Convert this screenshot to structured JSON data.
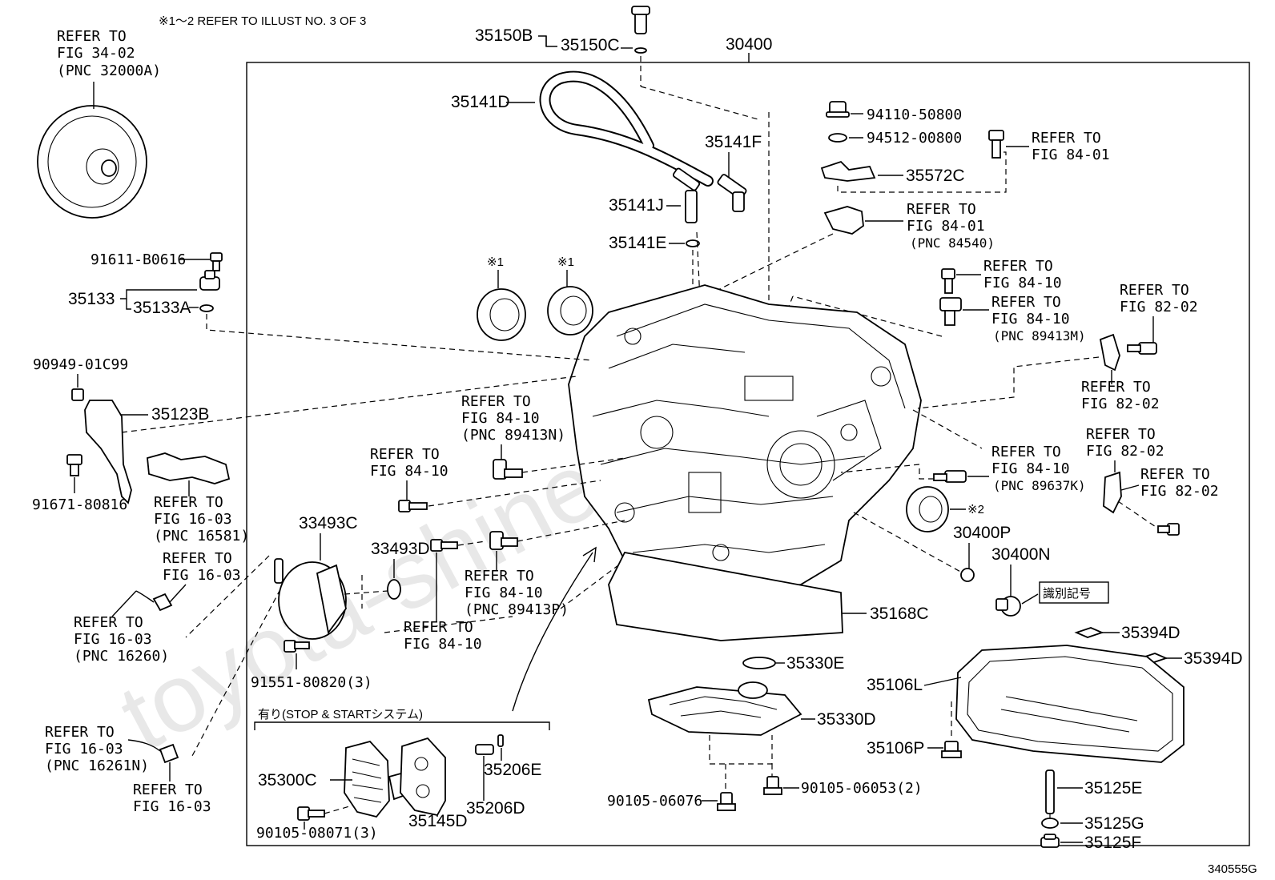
{
  "header_note": "※1～2 REFER TO ILLUST NO. 3 OF 3",
  "assembly_number": "30400",
  "illustration_code": "340555G",
  "watermark": "toyota-shine.ru",
  "parts": {
    "p35150B": "35150B",
    "p35150C": "35150C",
    "p35141D": "35141D",
    "p35141F": "35141F",
    "p35141J": "35141J",
    "p35141E": "35141E",
    "p94110": "94110-50800",
    "p94512": "94512-00800",
    "p35572C": "35572C",
    "p91611": "91611-B0616",
    "p35133": "35133",
    "p35133A": "35133A",
    "p90949": "90949-01C99",
    "p35123B": "35123B",
    "p91671": "91671-80816",
    "p33493C": "33493C",
    "p33493D": "33493D",
    "p91551": "91551-80820(3)",
    "p30400P": "30400P",
    "p30400N": "30400N",
    "p35168C": "35168C",
    "p35394D_a": "35394D",
    "p35394D_b": "35394D",
    "p35330E": "35330E",
    "p35106L": "35106L",
    "p35330D": "35330D",
    "p35106P": "35106P",
    "p90105_06076": "90105-06076",
    "p90105_06053": "90105-06053(2)",
    "p35125E": "35125E",
    "p35125G": "35125G",
    "p35125F": "35125F",
    "p35300C": "35300C",
    "p35206E": "35206E",
    "p35206D": "35206D",
    "p35145D": "35145D",
    "p90105_08071": "90105-08071(3)"
  },
  "marks": {
    "m1a": "※1",
    "m1b": "※1",
    "m2": "※2",
    "id_mark": "識別記号"
  },
  "stop_start_box": "有り(STOP & STARTシステム)",
  "refs": {
    "r_torque_1": "REFER TO",
    "r_torque_2": "FIG 34-02",
    "r_torque_3": "(PNC 32000A)",
    "r_8401a_1": "REFER TO",
    "r_8401a_2": "FIG 84-01",
    "r_8401b_1": "REFER TO",
    "r_8401b_2": "FIG 84-01",
    "r_8401b_3": "(PNC 84540)",
    "r_8410a_1": "REFER TO",
    "r_8410a_2": "FIG 84-10",
    "r_8410b_1": "REFER TO",
    "r_8410b_2": "FIG 84-10",
    "r_8410b_3": "(PNC 89413M)",
    "r_8202a_1": "REFER TO",
    "r_8202a_2": "FIG 82-02",
    "r_8202b_1": "REFER TO",
    "r_8202b_2": "FIG 82-02",
    "r_8410n_1": "REFER TO",
    "r_8410n_2": "FIG 84-10",
    "r_8410n_3": "(PNC 89413N)",
    "r_8410c_1": "REFER TO",
    "r_8410c_2": "FIG 84-10",
    "r_8410k_1": "REFER TO",
    "r_8410k_2": "FIG 84-10",
    "r_8410k_3": "(PNC 89637K)",
    "r_8202c_1": "REFER TO",
    "r_8202c_2": "FIG 82-02",
    "r_8202d_1": "REFER TO",
    "r_8202d_2": "FIG 82-02",
    "r_1603a_1": "REFER TO",
    "r_1603a_2": "FIG 16-03",
    "r_1603a_3": "(PNC 16581)",
    "r_1603b_1": "REFER TO",
    "r_1603b_2": "FIG 16-03",
    "r_1603c_1": "REFER TO",
    "r_1603c_2": "FIG 16-03",
    "r_1603c_3": "(PNC 16260)",
    "r_8410p_1": "REFER TO",
    "r_8410p_2": "FIG 84-10",
    "r_8410p_3": "(PNC 89413P)",
    "r_8410d_1": "REFER TO",
    "r_8410d_2": "FIG 84-10",
    "r_1603d_1": "REFER TO",
    "r_1603d_2": "FIG 16-03",
    "r_1603d_3": "(PNC 16261N)",
    "r_1603e_1": "REFER TO",
    "r_1603e_2": "FIG 16-03"
  }
}
